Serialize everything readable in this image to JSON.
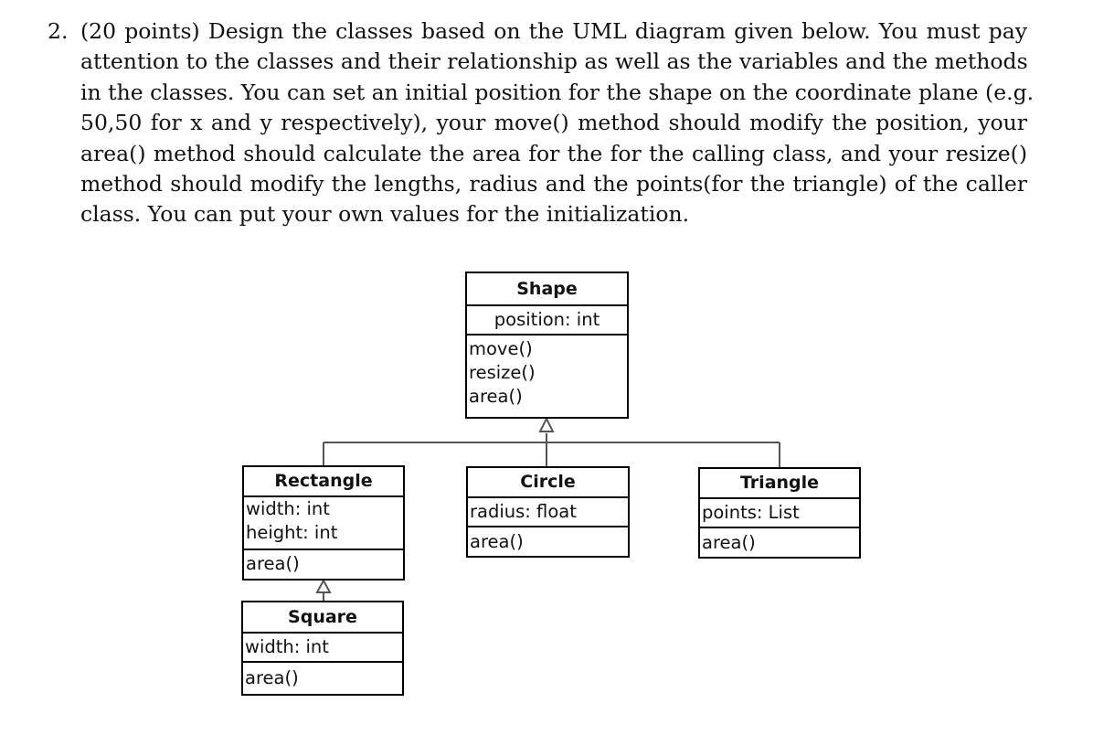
{
  "question": {
    "number": "2.",
    "lines": [
      "(20 points) Design the classes based on the UML diagram given below. You must pay",
      "attention to the classes and their relationship as well as the variables and the methods",
      "in the classes. You can set an initial position for the shape on the coordinate plane (e.g.",
      "50,50 for x and y respectively), your move() method should modify the position, your",
      "area() method should calculate the area for the for the calling class, and your resize()",
      "method should modify the lengths, radius and the points(for the triangle) of the caller",
      "class. You can put your own values for the initialization."
    ]
  },
  "diagram": {
    "shape": {
      "name": "Shape",
      "attribute": "position: int",
      "methods": [
        "move()",
        "resize()",
        "area()"
      ]
    },
    "rectangle": {
      "name": "Rectangle",
      "attributes": [
        "width: int",
        "height: int"
      ],
      "methods": [
        "area()"
      ]
    },
    "circle": {
      "name": "Circle",
      "attributes": [
        "radius: float"
      ],
      "methods": [
        "area()"
      ]
    },
    "triangle": {
      "name": "Triangle",
      "attributes": [
        "points: List"
      ],
      "methods": [
        "area()"
      ]
    },
    "square": {
      "name": "Square",
      "attributes": [
        "width: int"
      ],
      "methods": [
        "area()"
      ]
    }
  }
}
